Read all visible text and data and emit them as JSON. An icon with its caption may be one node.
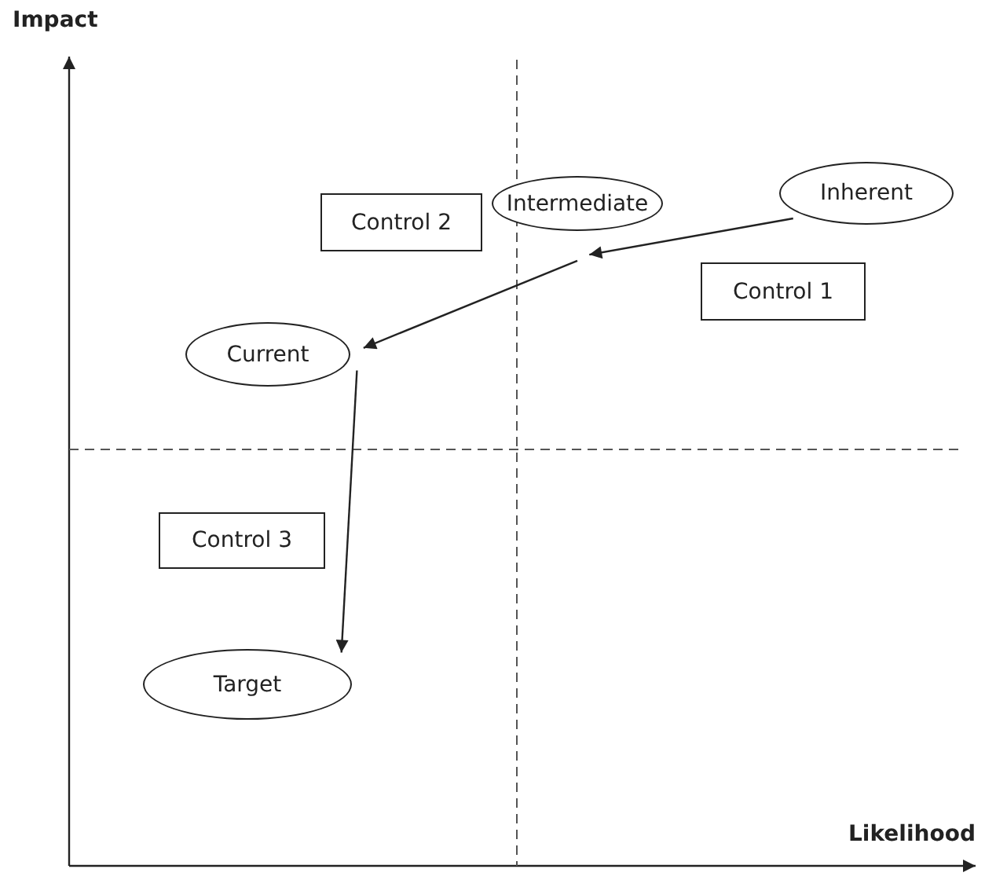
{
  "diagram": {
    "nodes": [
      {
        "text": [
          "Intermediate"
        ]
      },
      {
        "text": [
          "Inherent"
        ]
      },
      {
        "text": [
          "Control 2"
        ]
      },
      {
        "text": [
          "Control 1"
        ]
      },
      {
        "text": [
          "Current"
        ]
      },
      {
        "text": [
          "Control 3"
        ]
      },
      {
        "text": [
          "Target"
        ]
      }
    ],
    "edges": [
      {
        "from": 1,
        "to": 0,
        "arrow": "to"
      },
      {
        "from": 0,
        "to": 4,
        "arrow": "to"
      },
      {
        "from": 4,
        "to": 6,
        "arrow": "to"
      }
    ],
    "labels": [
      "Impact",
      "Likelihood"
    ]
  }
}
